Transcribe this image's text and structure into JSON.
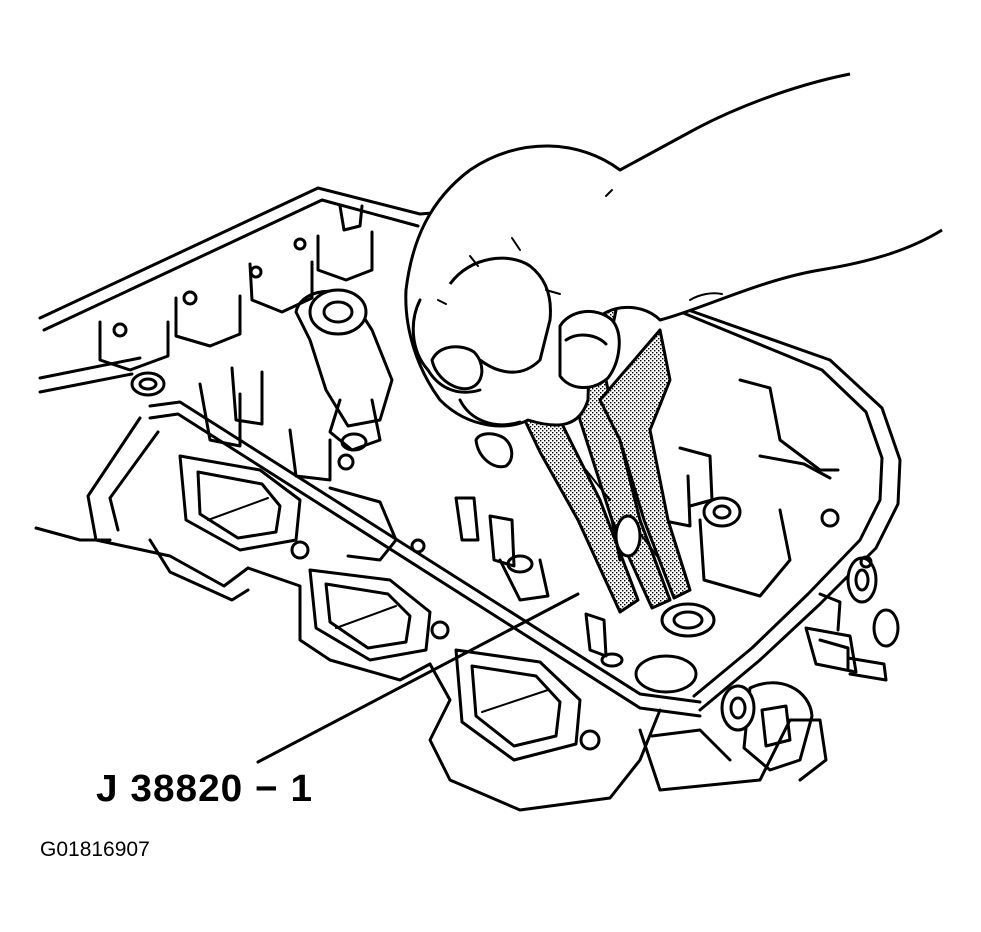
{
  "callout": {
    "tool_label": "J 38820 − 1"
  },
  "figure": {
    "id": "G01816907"
  },
  "icons": {
    "illustration": "cylinder-head-valve-spring-compressor-drawing"
  },
  "colors": {
    "line": "#000000",
    "background": "#ffffff"
  }
}
